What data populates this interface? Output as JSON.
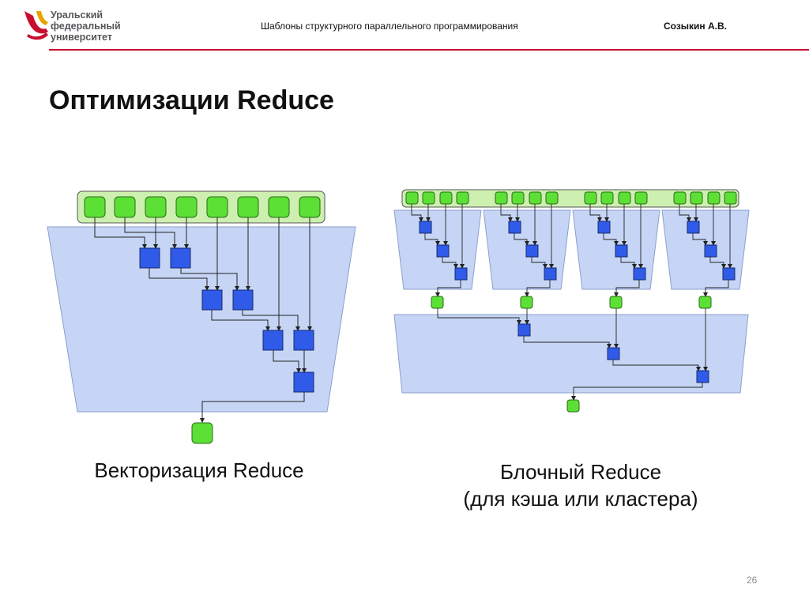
{
  "header": {
    "logo_lines": [
      "Уральский",
      "федеральный",
      "университет"
    ],
    "course_title": "Шаблоны структурного параллельного программирования",
    "author": "Созыкин А.В."
  },
  "slide": {
    "title": "Оптимизации Reduce",
    "page_number": "26"
  },
  "captions": {
    "left": "Векторизация Reduce",
    "right_line1": "Блочный Reduce",
    "right_line2": "(для кэша или кластера)"
  },
  "colors": {
    "accent_red": "#c8102e",
    "input_green": "#5ce035",
    "input_bar": "#cdf0b0",
    "op_blue": "#2f5be8",
    "region_blue": "#c6d5f5"
  },
  "diagrams": {
    "vectorized_reduce": {
      "inputs": 8,
      "operation_nodes": 7,
      "outputs": 1
    },
    "blocked_reduce": {
      "blocks": 4,
      "inputs_per_block": 4,
      "block_operation_nodes": 3,
      "block_outputs": 4,
      "final_operation_nodes": 3,
      "outputs": 1
    }
  }
}
